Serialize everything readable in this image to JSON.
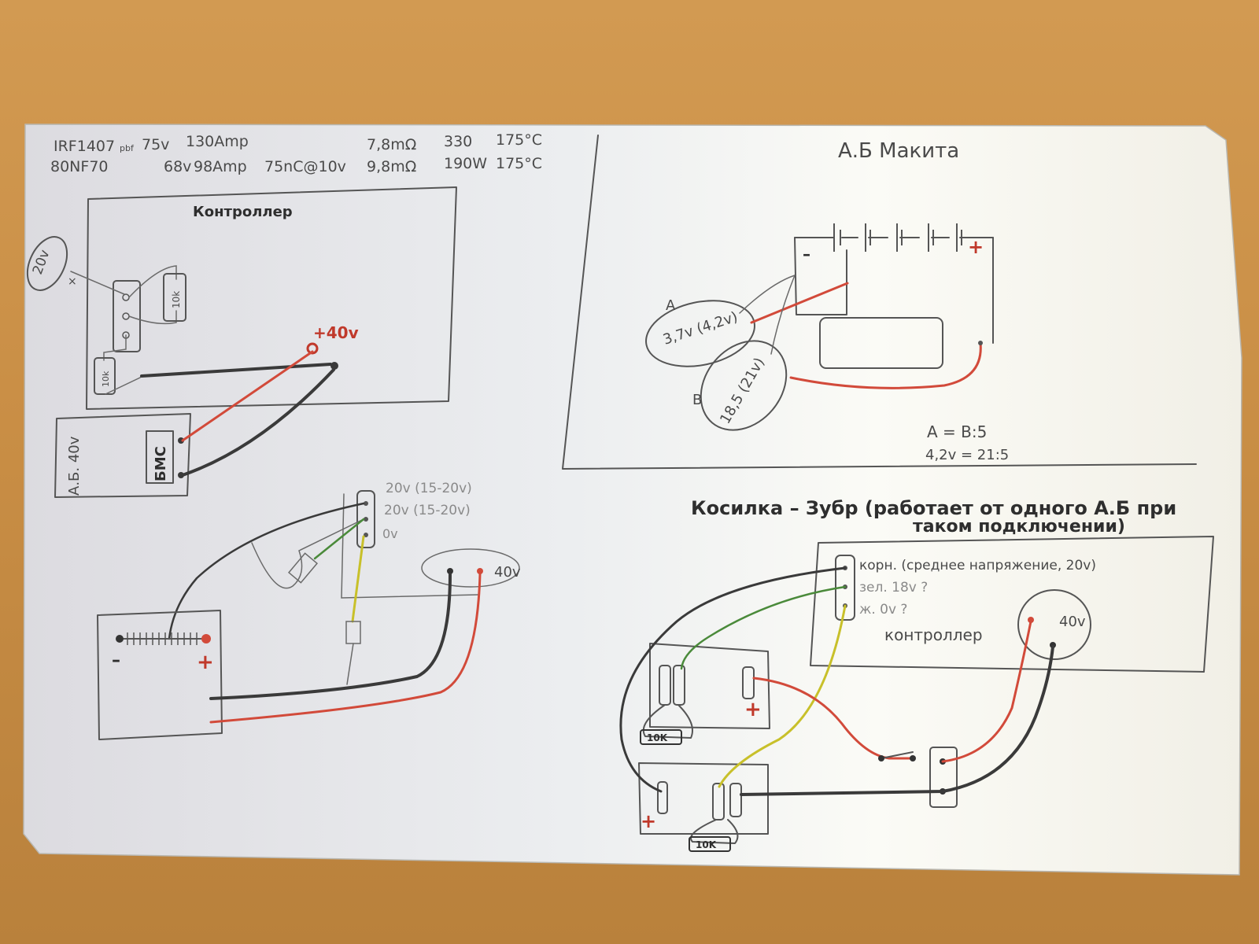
{
  "specs": {
    "row1": {
      "part": "IRF1407",
      "suffix": "pbf",
      "voltage": "75v",
      "current": "130Amp",
      "resistance": "7,8mΩ",
      "power": "330",
      "temp": "175°C"
    },
    "row2": {
      "part": "80NF70",
      "voltage": "68v",
      "current": "98Amp",
      "charge": "75nC@10v",
      "resistance": "9,8mΩ",
      "power": "190W",
      "temp": "175°C"
    }
  },
  "controller_diagram": {
    "title": "Контроллер",
    "pot_voltage": "20v",
    "resistor_top": "10k",
    "resistor_bottom": "10k",
    "plus_voltage": "+40v",
    "battery_label": "А.Б. 40v",
    "bms_label": "БМС"
  },
  "battery_diagram": {
    "title": "А.Б Макита",
    "minus": "–",
    "plus": "+",
    "label_a": "A",
    "label_b": "B",
    "bubble_a": "3,7v (4,2v)",
    "bubble_b": "18,5 (21v)",
    "formula1": "A = B:5",
    "formula2": "4,2v = 21:5"
  },
  "trigger_diagram": {
    "label_top": "20v (15-20v)",
    "label_mid": "20v (15-20v)",
    "label_bot": "0v",
    "out_voltage": "40v",
    "minus": "–",
    "plus": "+"
  },
  "kosilka_diagram": {
    "title": "Косилка – Зубр (работает от одного А.Б при таком подключении)",
    "wire_brown": "корн. (среднее напряжение, 20v)",
    "wire_green": "зел. 18v ?",
    "wire_yellow": "ж. 0v ?",
    "controller_label": "контроллер",
    "out_voltage": "40v",
    "resistor1": "10K",
    "resistor2": "10K",
    "plus1": "+",
    "plus2": "+"
  }
}
